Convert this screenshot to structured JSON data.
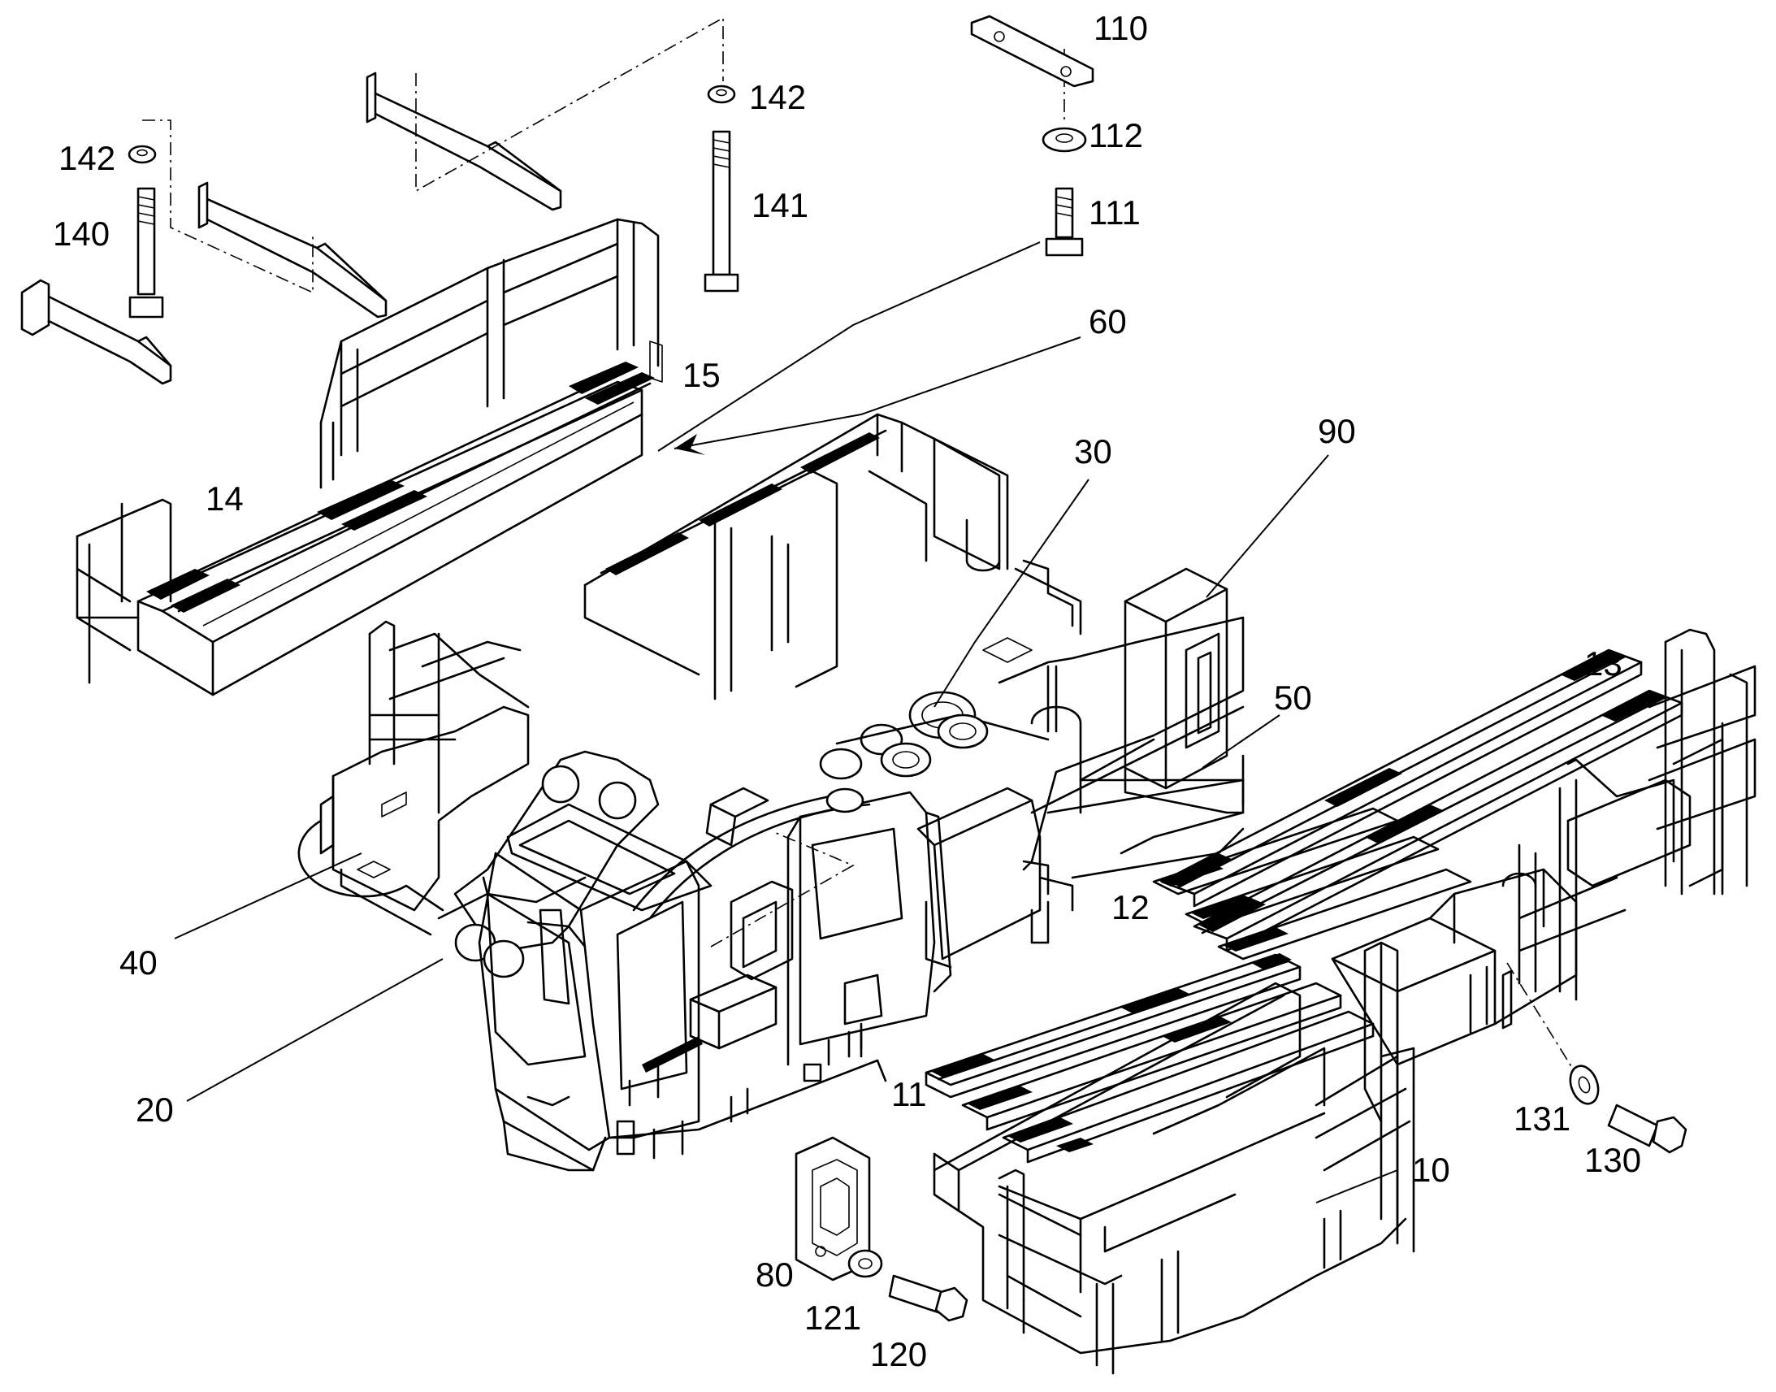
{
  "callouts": [
    {
      "id": "110",
      "label": "110"
    },
    {
      "id": "142a",
      "label": "142"
    },
    {
      "id": "142b",
      "label": "142"
    },
    {
      "id": "112",
      "label": "112"
    },
    {
      "id": "140",
      "label": "140"
    },
    {
      "id": "141",
      "label": "141"
    },
    {
      "id": "111",
      "label": "111"
    },
    {
      "id": "60",
      "label": "60"
    },
    {
      "id": "15",
      "label": "15"
    },
    {
      "id": "30",
      "label": "30"
    },
    {
      "id": "90",
      "label": "90"
    },
    {
      "id": "14",
      "label": "14"
    },
    {
      "id": "13",
      "label": "13"
    },
    {
      "id": "50",
      "label": "50"
    },
    {
      "id": "12",
      "label": "12"
    },
    {
      "id": "40",
      "label": "40"
    },
    {
      "id": "20",
      "label": "20"
    },
    {
      "id": "11",
      "label": "11"
    },
    {
      "id": "131",
      "label": "131"
    },
    {
      "id": "130",
      "label": "130"
    },
    {
      "id": "10",
      "label": "10"
    },
    {
      "id": "80",
      "label": "80"
    },
    {
      "id": "121",
      "label": "121"
    },
    {
      "id": "120",
      "label": "120"
    }
  ]
}
